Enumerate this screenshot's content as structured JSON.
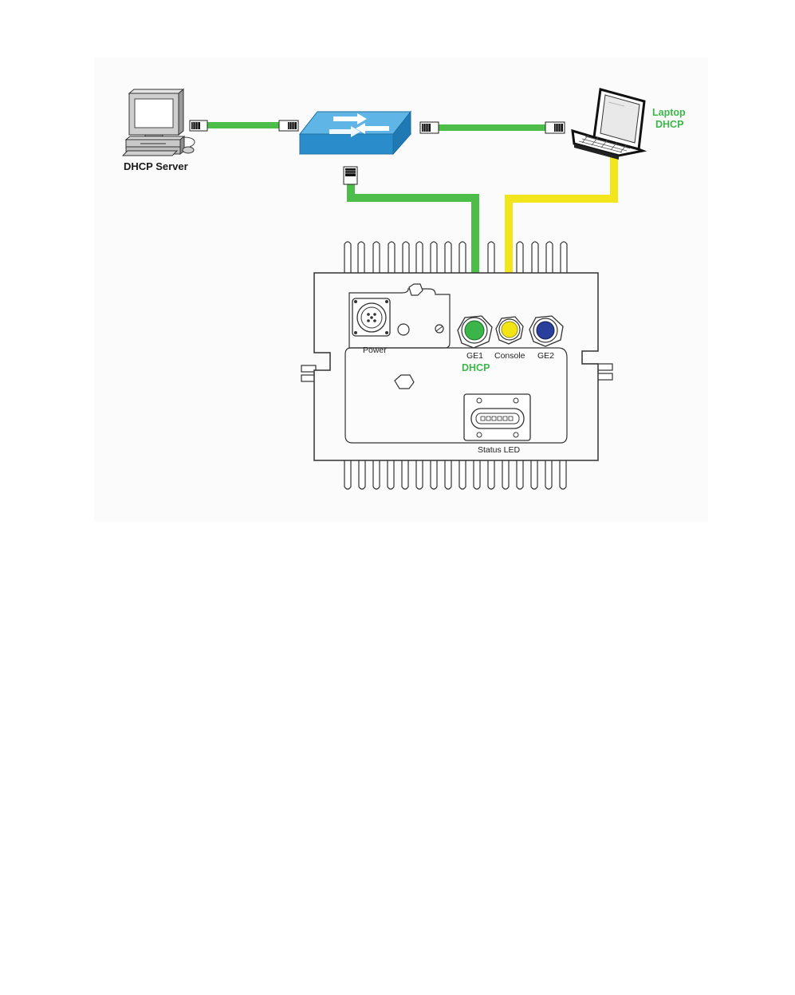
{
  "colors": {
    "green_cable": "#4dbd4a",
    "yellow_cable": "#f3e51b",
    "switch_blue": "#2f9ad7",
    "ge1_port": "#3bb54a",
    "console_port": "#f2e415",
    "ge2_port": "#2a3f9c",
    "label_green": "#3cb84a"
  },
  "nodes": {
    "dhcp_server": {
      "label": "DHCP Server",
      "icon": "desktop-computer-icon"
    },
    "switch": {
      "icon": "network-switch-icon"
    },
    "laptop": {
      "label_line1": "Laptop",
      "label_line2": "DHCP",
      "icon": "laptop-icon"
    },
    "device": {
      "icon": "outdoor-access-point-chassis"
    }
  },
  "ports": {
    "power": "Power",
    "ge1": "GE1",
    "ge1_mode": "DHCP",
    "console": "Console",
    "ge2": "GE2",
    "status_led": "Status LED"
  },
  "connections": [
    {
      "from": "dhcp_server",
      "to": "switch",
      "color": "green"
    },
    {
      "from": "switch",
      "to": "laptop",
      "color": "green"
    },
    {
      "from": "switch",
      "to": "ge1",
      "color": "green"
    },
    {
      "from": "laptop",
      "to": "console",
      "color": "yellow"
    }
  ]
}
